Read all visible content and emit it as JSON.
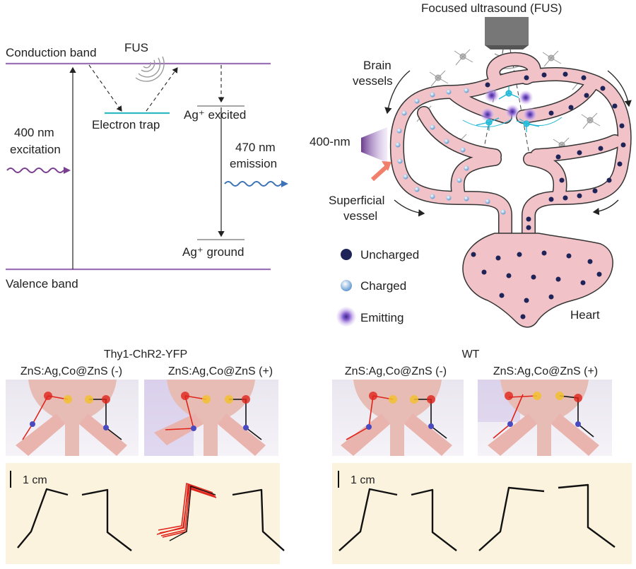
{
  "colors": {
    "band": "#9b72b6",
    "trap": "#2fbcc0",
    "excitation": "#7a3d8f",
    "emission": "#3d73b6",
    "vessel_fill": "#f1c3c8",
    "vessel_stroke": "#333333",
    "uncharged": "#1f2458",
    "charged": "#7fb1de",
    "emitting": "#b07ad6",
    "panel_bg": "#fbf3dd",
    "trace_red": "#e0241b",
    "trace_black": "#111111"
  },
  "energy_diagram": {
    "conduction_band": "Conduction band",
    "valence_band": "Valence band",
    "fus": "FUS",
    "electron_trap": "Electron trap",
    "ag_excited": "Ag⁺ excited",
    "ag_ground": "Ag⁺  ground",
    "excitation_line1": "400 nm",
    "excitation_line2": "excitation",
    "emission_line1": "470 nm",
    "emission_line2": "emission"
  },
  "vessel_diagram": {
    "title": "Focused ultrasound (FUS)",
    "brain_vessels_line1": "Brain",
    "brain_vessels_line2": "vessels",
    "laser": "400-nm",
    "superficial_line1": "Superficial",
    "superficial_line2": "vessel",
    "heart": "Heart",
    "legend": [
      {
        "label": "Uncharged",
        "icon": "uncharged-particle-icon"
      },
      {
        "label": "Charged",
        "icon": "charged-particle-icon"
      },
      {
        "label": "Emitting",
        "icon": "emitting-particle-icon"
      }
    ]
  },
  "behavior": {
    "groups": [
      {
        "title": "Thy1-ChR2-YFP",
        "conditions": [
          "ZnS:Ag,Co@ZnS (-)",
          "ZnS:Ag,Co@ZnS (+)"
        ]
      },
      {
        "title": "WT",
        "conditions": [
          "ZnS:Ag,Co@ZnS (-)",
          "ZnS:Ag,Co@ZnS (+)"
        ]
      }
    ],
    "scale_bar": "1 cm"
  }
}
